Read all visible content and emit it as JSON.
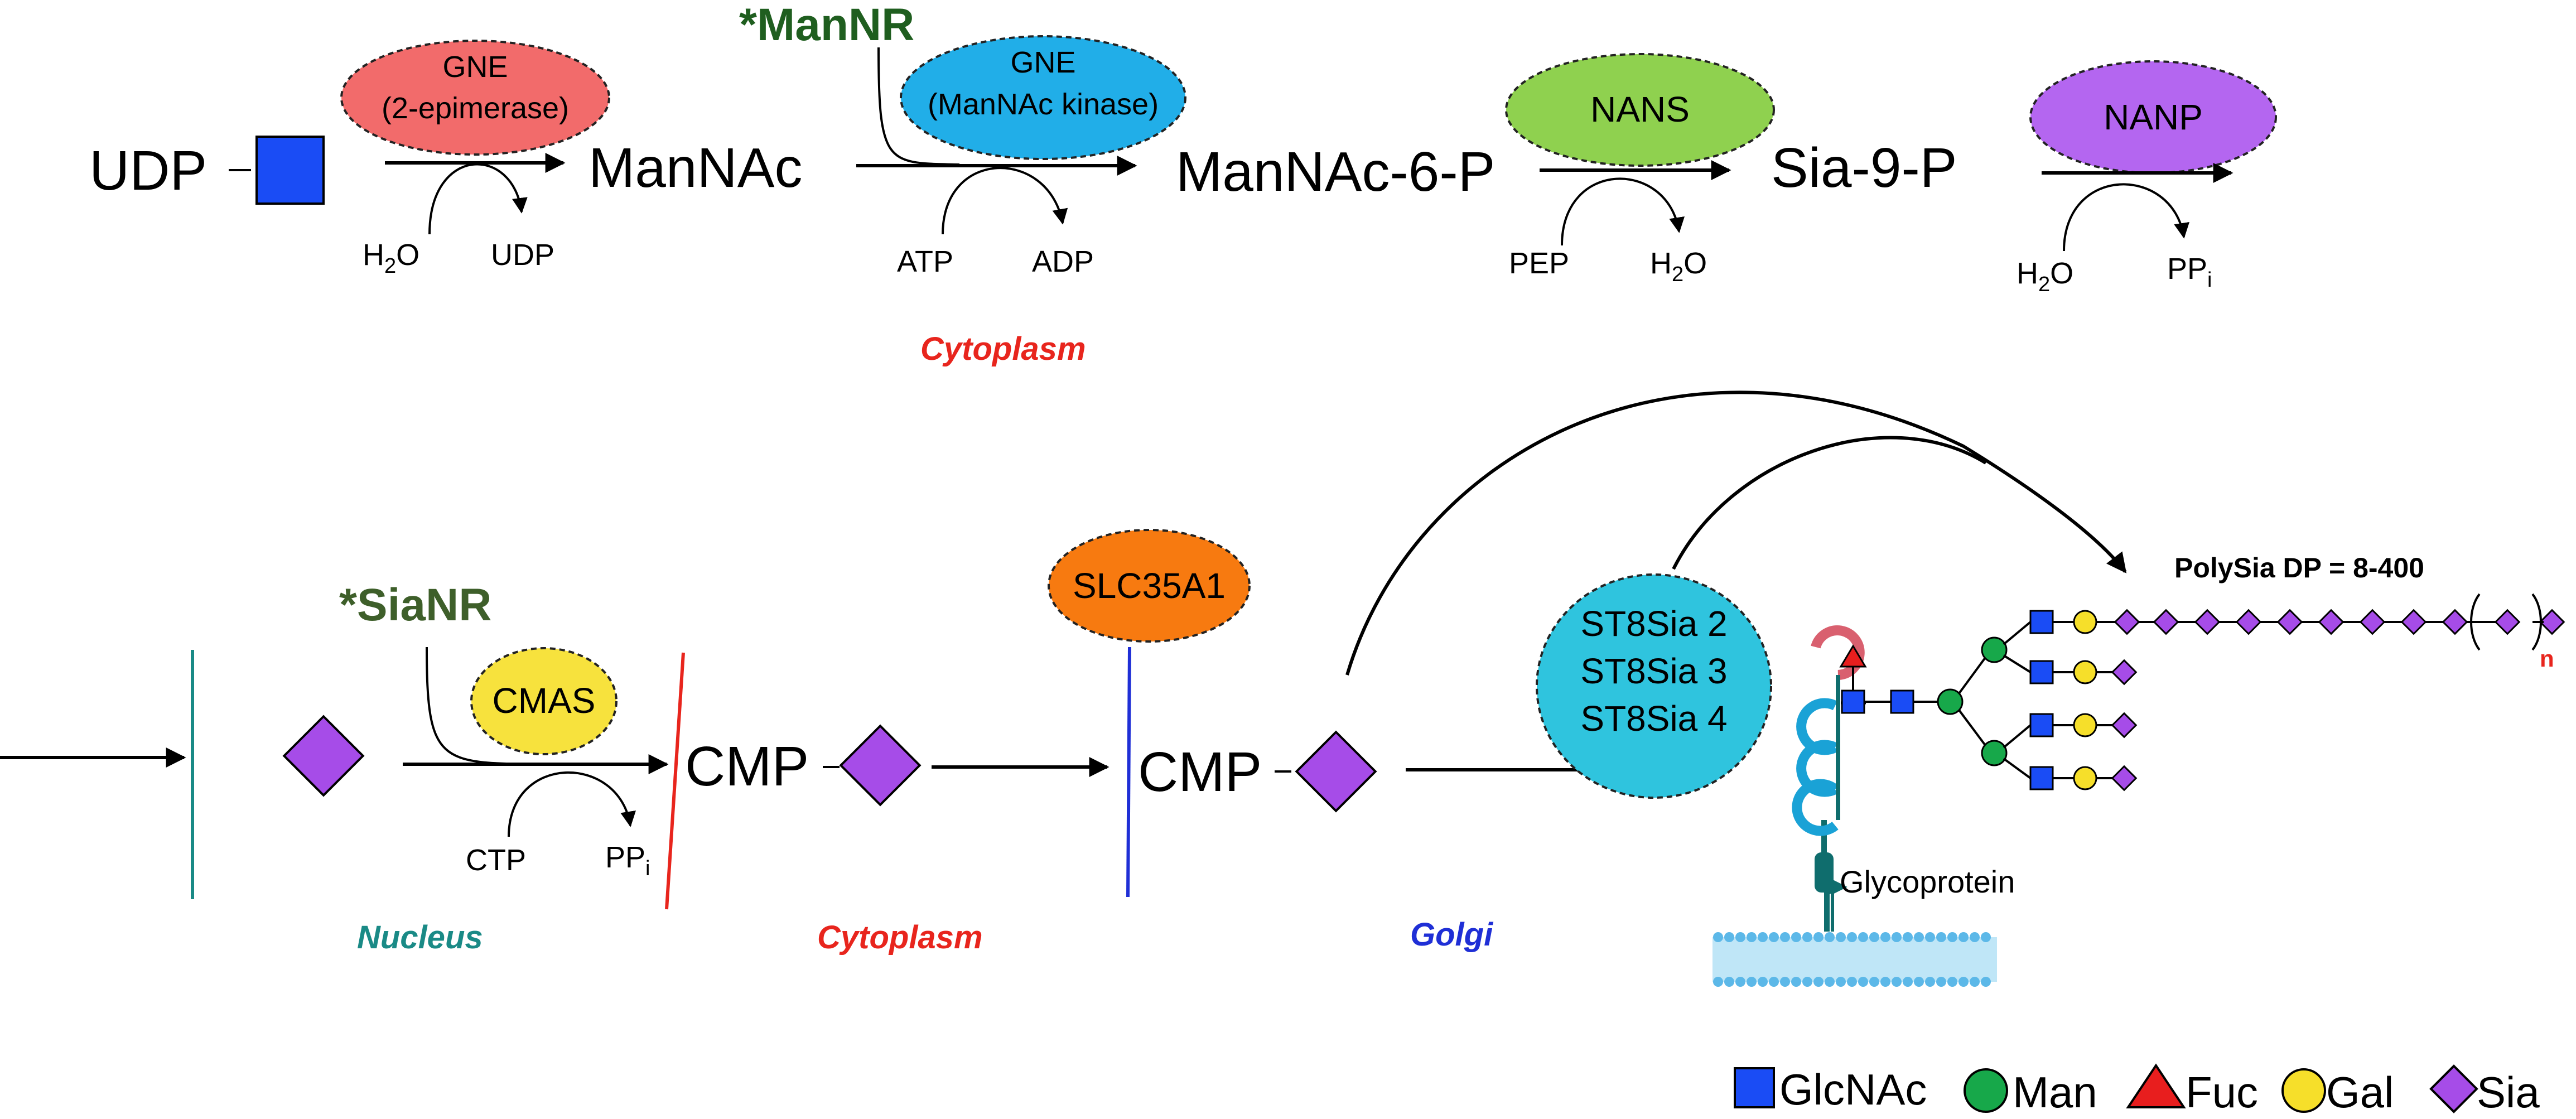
{
  "top_row": {
    "udp": "UDP",
    "mannac": "ManNAc",
    "mannac6p": "ManNAc-6-P",
    "sia9p": "Sia-9-P",
    "gne1_line1": "GNE",
    "gne1_line2": "(2-epimerase)",
    "gne2_line1": "GNE",
    "gne2_line2": "(ManNAc kinase)",
    "nans": "NANS",
    "nanp": "NANP",
    "mannr": "*ManNR",
    "h2o_1": "H",
    "h2o_1_sub": "2",
    "h2o_1_end": "O",
    "udp_out": "UDP",
    "atp": "ATP",
    "adp": "ADP",
    "pep": "PEP",
    "h2o_2": "H",
    "h2o_2_sub": "2",
    "h2o_2_end": "O",
    "h2o_3": "H",
    "h2o_3_sub": "2",
    "h2o_3_end": "O",
    "ppi_1": "PP",
    "ppi_1_sub": "i",
    "cytoplasm": "Cytoplasm"
  },
  "bottom_row": {
    "sianr": "*SiaNR",
    "cmas": "CMAS",
    "slc": "SLC35A1",
    "cmp1": "CMP",
    "cmp2": "CMP",
    "ctp": "CTP",
    "ppi": "PP",
    "ppi_sub": "i",
    "st8_1": "ST8Sia 2",
    "st8_2": "ST8Sia 3",
    "st8_3": "ST8Sia 4",
    "polysia": "PolySia DP = 8-400",
    "n_sub": "n",
    "glycoprotein": "Glycoprotein",
    "nucleus": "Nucleus",
    "cytoplasm": "Cytoplasm",
    "golgi": "Golgi"
  },
  "legend": {
    "glcnac": "GlcNAc",
    "man": "Man",
    "fuc": "Fuc",
    "gal": "Gal",
    "sia": "Sia"
  },
  "colors": {
    "gne1": "#f26b6b",
    "gne2": "#21aee8",
    "nans": "#8fd14f",
    "nanp": "#b466f0",
    "cmas": "#f7e23d",
    "slc": "#f77a10",
    "st8": "#2fc4de",
    "glcnac": "#1a4cf5",
    "man": "#17a84a",
    "fuc": "#e81e1e",
    "gal": "#f6df2a",
    "sia": "#a64ce8",
    "nr_green": "#1f5e1f",
    "cytoplasm_red": "#e8251d",
    "nucleus_teal": "#1a8a86",
    "golgi_blue": "#1f2fd6"
  }
}
